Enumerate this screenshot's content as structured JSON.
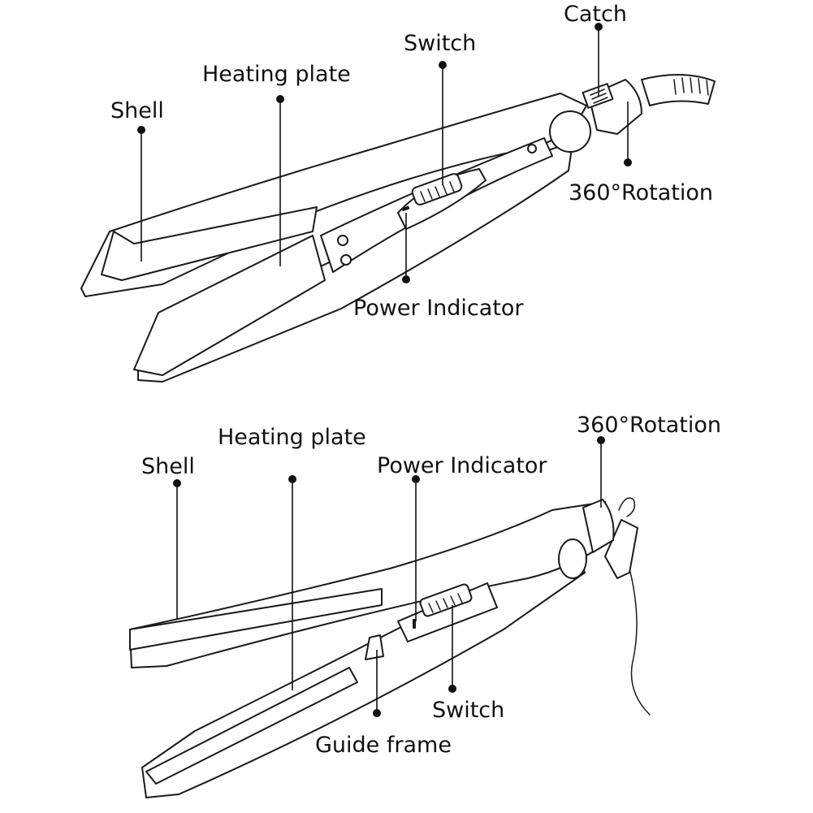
{
  "top": {
    "labels": {
      "shell": "Shell",
      "heating_plate": "Heating plate",
      "switch": "Switch",
      "catch": "Catch",
      "rotation": "360°Rotation",
      "power_indicator": "Power Indicator"
    }
  },
  "bottom": {
    "labels": {
      "shell": "Shell",
      "heating_plate": "Heating plate",
      "power_indicator": "Power Indicator",
      "rotation": "360°Rotation",
      "switch": "Switch",
      "guide_frame": "Guide frame"
    }
  },
  "colors": {
    "ink": "#111111",
    "background": "#ffffff"
  }
}
